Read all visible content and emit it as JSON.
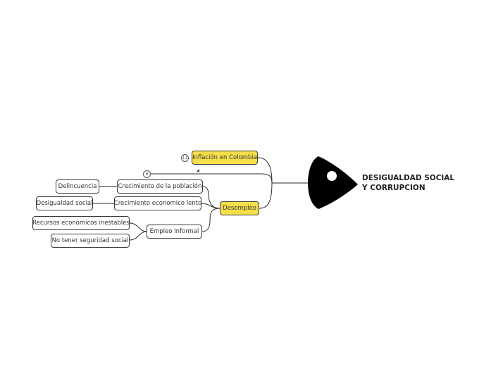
{
  "central": {
    "line1": "DESIGUALDAD SOCIAL",
    "line2": "Y CORRUPCION"
  },
  "nodes": {
    "inflacion": "Inflación en Colombia",
    "desempleo": "Desempleo",
    "crecimiento_poblacion": "Crecimiento de la población",
    "crecimiento_economico": "Crecimiento economico lento",
    "empleo_informal": "Empleo Informal",
    "delincuencia": "Delincuencia",
    "desigualdad_social": "Desigualdad social",
    "recursos": "Recursos económicos inestables",
    "seguridad": "No tener seguridad social"
  },
  "badges": {
    "inflacion_count": "11",
    "collapsed_count": "6"
  },
  "colors": {
    "topic_yellow": "#f5e04a",
    "central_fill": "#000000",
    "line": "#2a2a2a"
  }
}
